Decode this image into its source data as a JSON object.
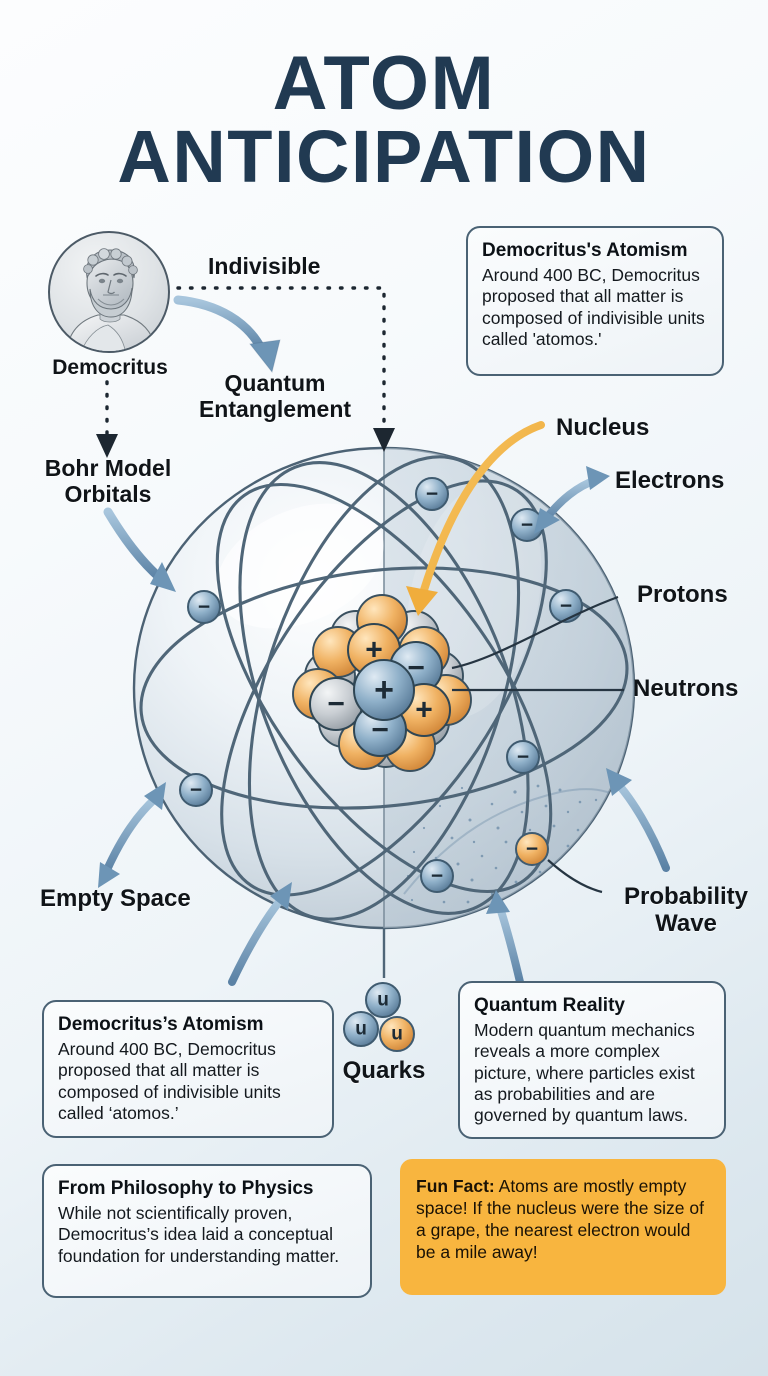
{
  "title": {
    "line1": "ATOM",
    "line2": "ANTICIPATION"
  },
  "colors": {
    "title": "#213a52",
    "accent_orange": "#f8b53f",
    "arrow_blue": "#5e87ab",
    "nucleus_arrow": "#f0ad3c",
    "card_border": "#4a6274",
    "text": "#101418"
  },
  "portrait": {
    "caption": "Democritus",
    "alt": "engraved bust of Democritus"
  },
  "labels": {
    "indivisible": "Indivisible",
    "quantum_entanglement": "Quantum\nEntanglement",
    "bohr_model_orbitals": "Bohr Model\nOrbitals",
    "nucleus": "Nucleus",
    "electrons": "Electrons",
    "protons": "Protons",
    "neutrons": "Neutrons",
    "empty_space": "Empty Space",
    "probability_wave": "Probability\nWave",
    "quarks": "Quarks"
  },
  "cards": [
    {
      "id": "atomism-top",
      "title": "Democritus's Atomism",
      "body": "Around 400 BC, Democritus proposed that all matter is composed of indivisible units called 'atomos.'"
    },
    {
      "id": "atomism-bottom",
      "title": "Democritus’s Atomism",
      "body": "Around 400 BC, Democritus proposed that all matter is composed of indivisible units called ‘atomos.’"
    },
    {
      "id": "quantum-reality",
      "title": "Quantum Reality",
      "body": "Modern quantum mechanics reveals a more complex picture, where particles exist as probabilities and are governed by quantum laws."
    },
    {
      "id": "philosophy-to-physics",
      "title": "From Philosophy to Physics",
      "body": "While not scientifically proven, Democritus’s idea laid a conceptual foundation for understanding matter."
    }
  ],
  "fun_fact": {
    "lead": "Fun Fact:",
    "body": " Atoms are mostly empty space! If the nucleus were the size of a grape, the nearest electron would be a mile away!"
  },
  "atom": {
    "electron_symbol": "−",
    "proton_symbol": "+",
    "quark_symbol": "u",
    "electron_count": 9,
    "orbital_count": 5,
    "nucleus_particles": {
      "protons": "orange spheres marked +",
      "electrons_in_core": "blue spheres marked −",
      "neutrons": "grey unmarked spheres"
    }
  }
}
